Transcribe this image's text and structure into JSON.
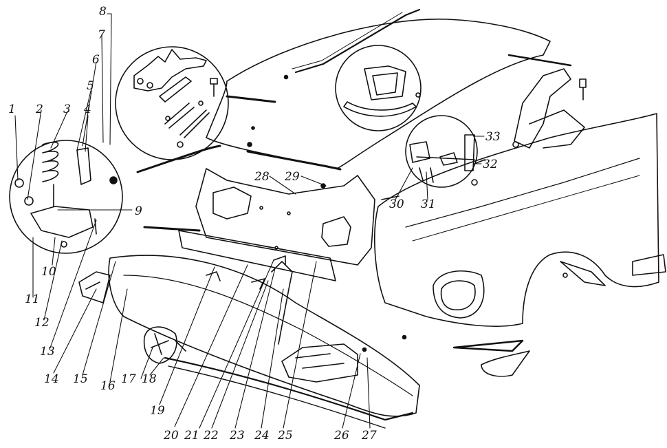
{
  "figure": {
    "colors": {
      "ink": "#111111",
      "paper": "#ffffff"
    },
    "callouts": [
      {
        "id": "c1",
        "text": "1"
      },
      {
        "id": "c2",
        "text": "2"
      },
      {
        "id": "c3",
        "text": "3"
      },
      {
        "id": "c4",
        "text": "4"
      },
      {
        "id": "c5",
        "text": "5"
      },
      {
        "id": "c6",
        "text": "6"
      },
      {
        "id": "c7",
        "text": "7"
      },
      {
        "id": "c8",
        "text": "8"
      },
      {
        "id": "c9",
        "text": "9"
      },
      {
        "id": "c10",
        "text": "10"
      },
      {
        "id": "c11",
        "text": "11"
      },
      {
        "id": "c12",
        "text": "12"
      },
      {
        "id": "c13",
        "text": "13"
      },
      {
        "id": "c14",
        "text": "14"
      },
      {
        "id": "c15",
        "text": "15"
      },
      {
        "id": "c16",
        "text": "16"
      },
      {
        "id": "c17",
        "text": "17"
      },
      {
        "id": "c18",
        "text": "18"
      },
      {
        "id": "c19",
        "text": "19"
      },
      {
        "id": "c20",
        "text": "20"
      },
      {
        "id": "c21",
        "text": "21"
      },
      {
        "id": "c22",
        "text": "22"
      },
      {
        "id": "c23",
        "text": "23"
      },
      {
        "id": "c24",
        "text": "24"
      },
      {
        "id": "c25",
        "text": "25"
      },
      {
        "id": "c26",
        "text": "26"
      },
      {
        "id": "c27",
        "text": "27"
      },
      {
        "id": "c28",
        "text": "28"
      },
      {
        "id": "c29",
        "text": "29"
      },
      {
        "id": "c30",
        "text": "30"
      },
      {
        "id": "c31",
        "text": "31"
      },
      {
        "id": "c32",
        "text": "32"
      },
      {
        "id": "c33",
        "text": "33"
      }
    ]
  }
}
